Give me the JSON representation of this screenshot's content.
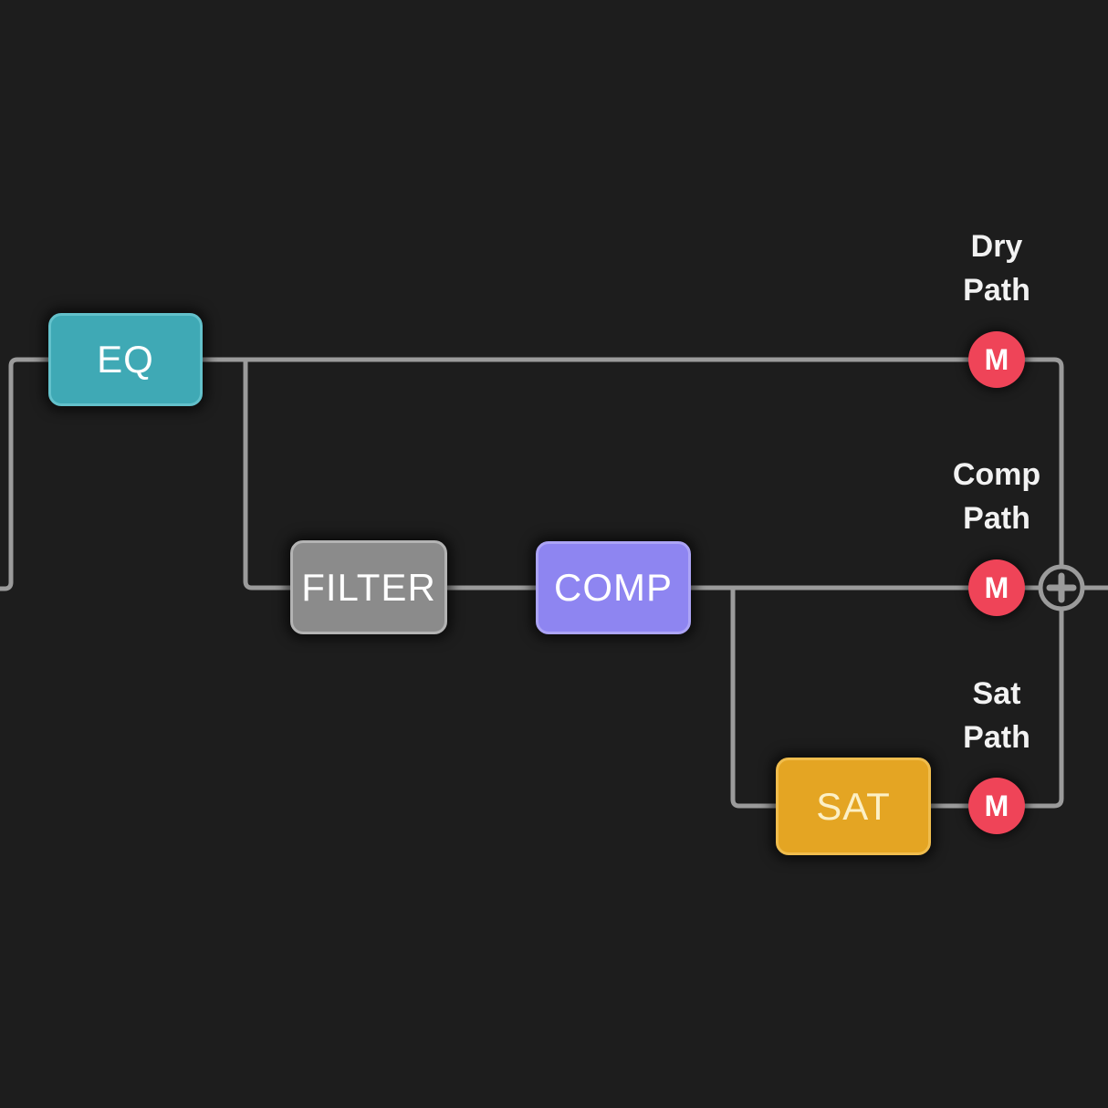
{
  "colors": {
    "background": "#1d1d1d",
    "wire": "#9b9b9b",
    "mute_fill": "#ef4458",
    "mute_text": "#ffffff",
    "sum_ring": "#9b9b9b",
    "sum_symbol_color": "#9b9b9b",
    "path_label_text": "#f2f2f2"
  },
  "nodes": [
    {
      "id": "eq",
      "label": "EQ",
      "fill": "#3fa9b5",
      "border": "#63c1cb",
      "text": "#ffffff"
    },
    {
      "id": "filter",
      "label": "FILTER",
      "fill": "#8b8b8b",
      "border": "#b3b3b3",
      "text": "#ffffff"
    },
    {
      "id": "comp",
      "label": "COMP",
      "fill": "#8e85f1",
      "border": "#aca4f6",
      "text": "#ffffff"
    },
    {
      "id": "sat",
      "label": "SAT",
      "fill": "#e4a523",
      "border": "#f0bd4d",
      "text": "#fcf0c6"
    }
  ],
  "paths": [
    {
      "id": "dry",
      "name": "Dry Path",
      "lines": [
        "Dry",
        "Path"
      ],
      "mute_label": "M"
    },
    {
      "id": "comp",
      "name": "Comp Path",
      "lines": [
        "Comp",
        "Path"
      ],
      "mute_label": "M"
    },
    {
      "id": "sat",
      "name": "Sat Path",
      "lines": [
        "Sat",
        "Path"
      ],
      "mute_label": "M"
    }
  ],
  "sum_node": {
    "symbol": "+"
  }
}
